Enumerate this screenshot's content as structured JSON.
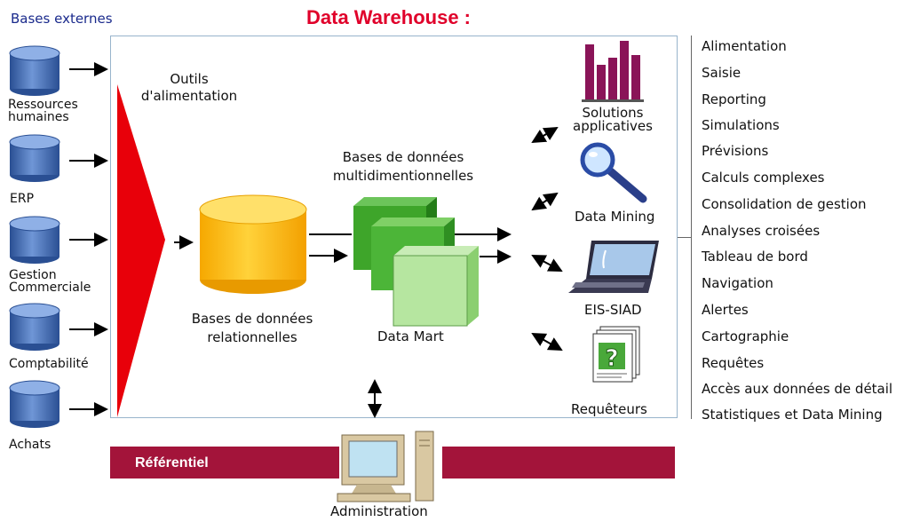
{
  "title": "Data Warehouse :",
  "bases_externes": {
    "label": "Bases externes",
    "sources": [
      {
        "label": "Ressources\nhumaines"
      },
      {
        "label": "ERP"
      },
      {
        "label": "Gestion\nCommerciale"
      },
      {
        "label": "Comptabilité"
      },
      {
        "label": "Achats"
      }
    ]
  },
  "outils": "Outils\nd'alimentation",
  "bd_relationnelles": "Bases de données\nrelationnelles",
  "bd_multi": "Bases de données\nmultidimentionnelles",
  "data_mart": "Data Mart",
  "tools": {
    "solutions": "Solutions\napplicatives",
    "data_mining": "Data Mining",
    "eis": "EIS-SIAD",
    "requeteurs": "Requêteurs"
  },
  "referentiel": "Référentiel",
  "administration": "Administration",
  "functions": [
    "Alimentation",
    "Saisie",
    "Reporting",
    "Simulations",
    "Prévisions",
    "Calculs complexes",
    "Consolidation de gestion",
    "Analyses croisées",
    "Tableau de bord",
    "Navigation",
    "Alertes",
    "Cartographie",
    "Requêtes",
    "Accès aux données de détail",
    "Statistiques et Data Mining"
  ],
  "colors": {
    "title_red": "#e0002a",
    "db_blue": "#3f6cb4",
    "triangle_red": "#e8000a",
    "db_yellow": "#ffc40a",
    "cube_green": "#3ea52a",
    "bar_crimson": "#a3143a",
    "chart_purple": "#8a1458"
  }
}
